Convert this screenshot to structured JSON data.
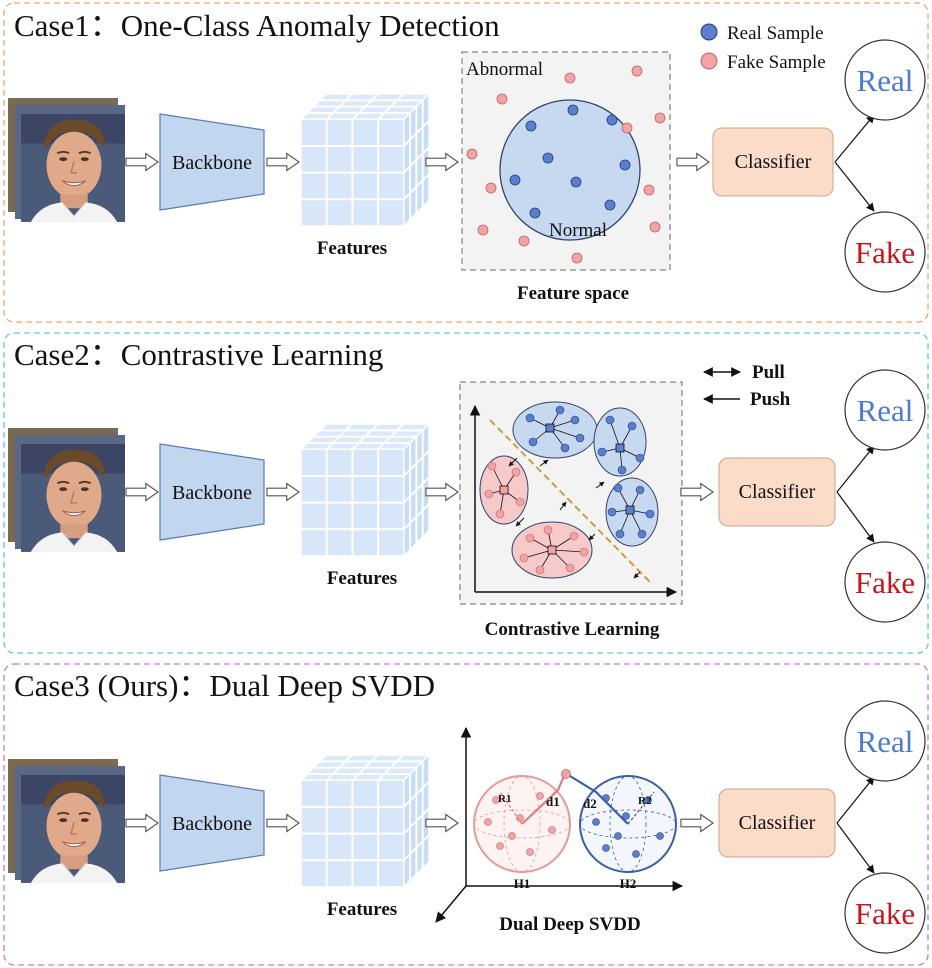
{
  "cases": [
    {
      "title": "Case1：One-Class Anomaly Detection",
      "backbone": "Backbone",
      "features": "Features",
      "space_caption": "Feature space",
      "abnormal": "Abnormal",
      "normal": "Normal",
      "legend_real": "Real Sample",
      "legend_fake": "Fake Sample",
      "classifier": "Classifier",
      "real": "Real",
      "fake": "Fake"
    },
    {
      "title": "Case2：Contrastive Learning",
      "backbone": "Backbone",
      "features": "Features",
      "space_caption": "Contrastive Learning",
      "pull": "Pull",
      "push": "Push",
      "classifier": "Classifier",
      "real": "Real",
      "fake": "Fake"
    },
    {
      "title": "Case3 (Ours)：Dual Deep SVDD",
      "backbone": "Backbone",
      "features": "Features",
      "space_caption": "Dual Deep SVDD",
      "r1": "R1",
      "r2": "R2",
      "d1": "d1",
      "d2": "d2",
      "h1": "H1",
      "h2": "H2",
      "classifier": "Classifier",
      "real": "Real",
      "fake": "Fake"
    }
  ],
  "colors": {
    "case1_border": "#f4a46a",
    "case2_border": "#5fc9d6",
    "case3_border": "#c77ad1",
    "real_sample": "#5b7fcf",
    "fake_sample": "#f2a3a3",
    "backbone_fill": "#c3d6f0",
    "classifier_fill": "#fbdcc9",
    "real_text": "#4a7bd0",
    "fake_text": "#c8151b"
  }
}
